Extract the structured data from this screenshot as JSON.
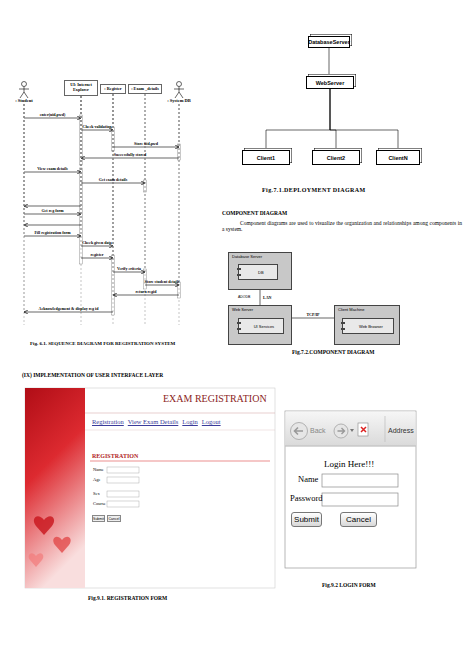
{
  "diagram": {
    "nodes": [
      {
        "text": [
          ": Student"
        ]
      },
      {
        "text": [
          "UI: Internet Explorer"
        ]
      },
      {
        "text": [
          ": Register"
        ]
      },
      {
        "text": [
          ": Exam _details"
        ]
      },
      {
        "text": [
          ": System DB"
        ]
      },
      {
        "text": [
          "DatabaseServer"
        ]
      },
      {
        "text": [
          "WebServer"
        ]
      },
      {
        "text": [
          "Client1"
        ]
      },
      {
        "text": [
          "Client2"
        ]
      },
      {
        "text": [
          "ClientN"
        ]
      },
      {
        "text": [
          "Database Server"
        ]
      },
      {
        "text": [
          "DB"
        ],
        "in": 10
      },
      {
        "text": [
          "Web Server"
        ]
      },
      {
        "text": [
          "UI Services"
        ],
        "in": 12
      },
      {
        "text": [
          "Client Machine"
        ]
      },
      {
        "text": [
          "Web Browser"
        ],
        "in": 14
      },
      {
        "text": [
          "Submit"
        ]
      },
      {
        "text": [
          "Cancel"
        ]
      },
      {
        "text": [
          "Submit"
        ]
      },
      {
        "text": [
          "Cancel"
        ]
      }
    ],
    "edges": [
      {
        "from": 0,
        "to": 1,
        "label": "enter(uid,pwd)",
        "arrow": "to"
      },
      {
        "from": 1,
        "to": 2,
        "label": "Check validation",
        "arrow": "to"
      },
      {
        "from": 2,
        "to": 4,
        "label": "Store uid,pwd",
        "arrow": "to"
      },
      {
        "from": 4,
        "to": 1,
        "label": "Successfully stored",
        "arrow": "to"
      },
      {
        "from": 0,
        "to": 1,
        "label": "View exam details",
        "arrow": "to"
      },
      {
        "from": 1,
        "to": 3,
        "label": "Get exam details",
        "arrow": "to"
      },
      {
        "from": 1,
        "to": 0,
        "arrow": "to"
      },
      {
        "from": 0,
        "to": 1,
        "label": "Get reg form",
        "arrow": "to"
      },
      {
        "from": 1,
        "to": 0,
        "arrow": "to"
      },
      {
        "from": 0,
        "to": 1,
        "label": "Fill registration form",
        "arrow": "to"
      },
      {
        "from": 1,
        "to": 2,
        "label": "Check given data",
        "arrow": "to"
      },
      {
        "from": 1,
        "to": 2,
        "label": "register",
        "arrow": "to"
      },
      {
        "from": 2,
        "to": 3,
        "label": "Verify criteria",
        "arrow": "to"
      },
      {
        "from": 3,
        "to": 4,
        "label": "Store student details",
        "arrow": "to"
      },
      {
        "from": 4,
        "to": 2,
        "label": "return regid",
        "arrow": "to"
      },
      {
        "from": 2,
        "to": 0,
        "label": "Acknowledgement & display reg id",
        "arrow": "to"
      },
      {
        "from": 5,
        "to": 6,
        "arrow": "none"
      },
      {
        "from": 6,
        "to": 7,
        "arrow": "none"
      },
      {
        "from": 6,
        "to": 8,
        "arrow": "none"
      },
      {
        "from": 6,
        "to": 9,
        "arrow": "none"
      },
      {
        "from": 10,
        "to": 12,
        "label": "LAN",
        "arrow": "none"
      },
      {
        "from": 12,
        "to": 14,
        "label": "TCP/IP",
        "arrow": "none"
      }
    ],
    "labels": [
      "Fig. 6.1. SEQUENCE DIAGRAM FOR REGISTRATION SYSTEM",
      "Fig.7.1.DEPLOYMENT DIAGRAM",
      "COMPONENT DIAGRAM",
      "Component diagrams are used to visualize the organization and relationships among components in a system.",
      "ADODB",
      "Fig.7.2.COMPONENT DIAGRAM",
      "(IX) IMPLEMENTATION OF USER INTERFACE LAYER",
      "EXAM REGISTRATION",
      "Registration",
      "View Exam Details",
      "Login",
      "Logout",
      "REGISTRATION",
      "Name",
      "Age",
      "Sex",
      "Course",
      "Back",
      "Address",
      "Login Here!!!",
      "Name",
      "Password",
      "Fig.9.1. REGISTRATION FORM",
      "Fig.9.2 LOGIN FORM"
    ]
  }
}
